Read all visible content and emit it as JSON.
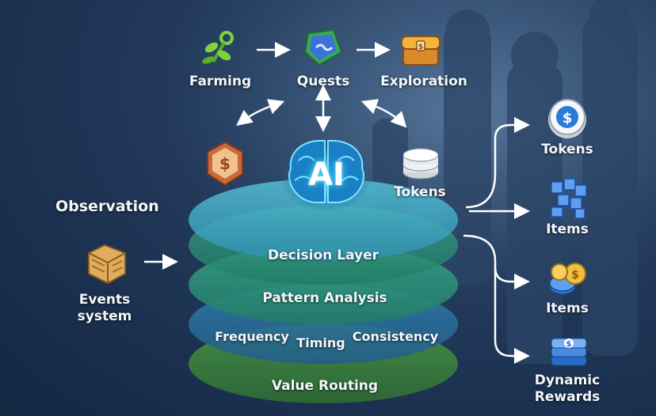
{
  "top_flow": {
    "farming": "Farming",
    "quests": "Quests",
    "exploration": "Exploration"
  },
  "center": {
    "ai_label": "AI",
    "token_left_symbol": "$",
    "tokens_label": "Tokens"
  },
  "left": {
    "observation": "Observation",
    "events_line1": "Events",
    "events_line2": "system"
  },
  "layers": {
    "decision": "Decision Layer",
    "pattern": "Pattern Analysis",
    "frequency": "Frequency",
    "timing": "Timing",
    "consistency": "Consistency",
    "value_routing": "Value Routing"
  },
  "outputs": {
    "tokens": "Tokens",
    "items_1": "Items",
    "items_2": "Items",
    "dynamic_line1": "Dynamic",
    "dynamic_line2": "Rewards",
    "coin_symbol": "$"
  },
  "colors": {
    "layer_top": "#3aa4c1",
    "layer_mid": "#2e9a7c",
    "layer_low": "#2a6d9a",
    "layer_bottom": "#3d8a3c",
    "ai_glow": "#3fd3ff",
    "accent_gold": "#e8a93a",
    "accent_copper": "#c86a3c"
  }
}
